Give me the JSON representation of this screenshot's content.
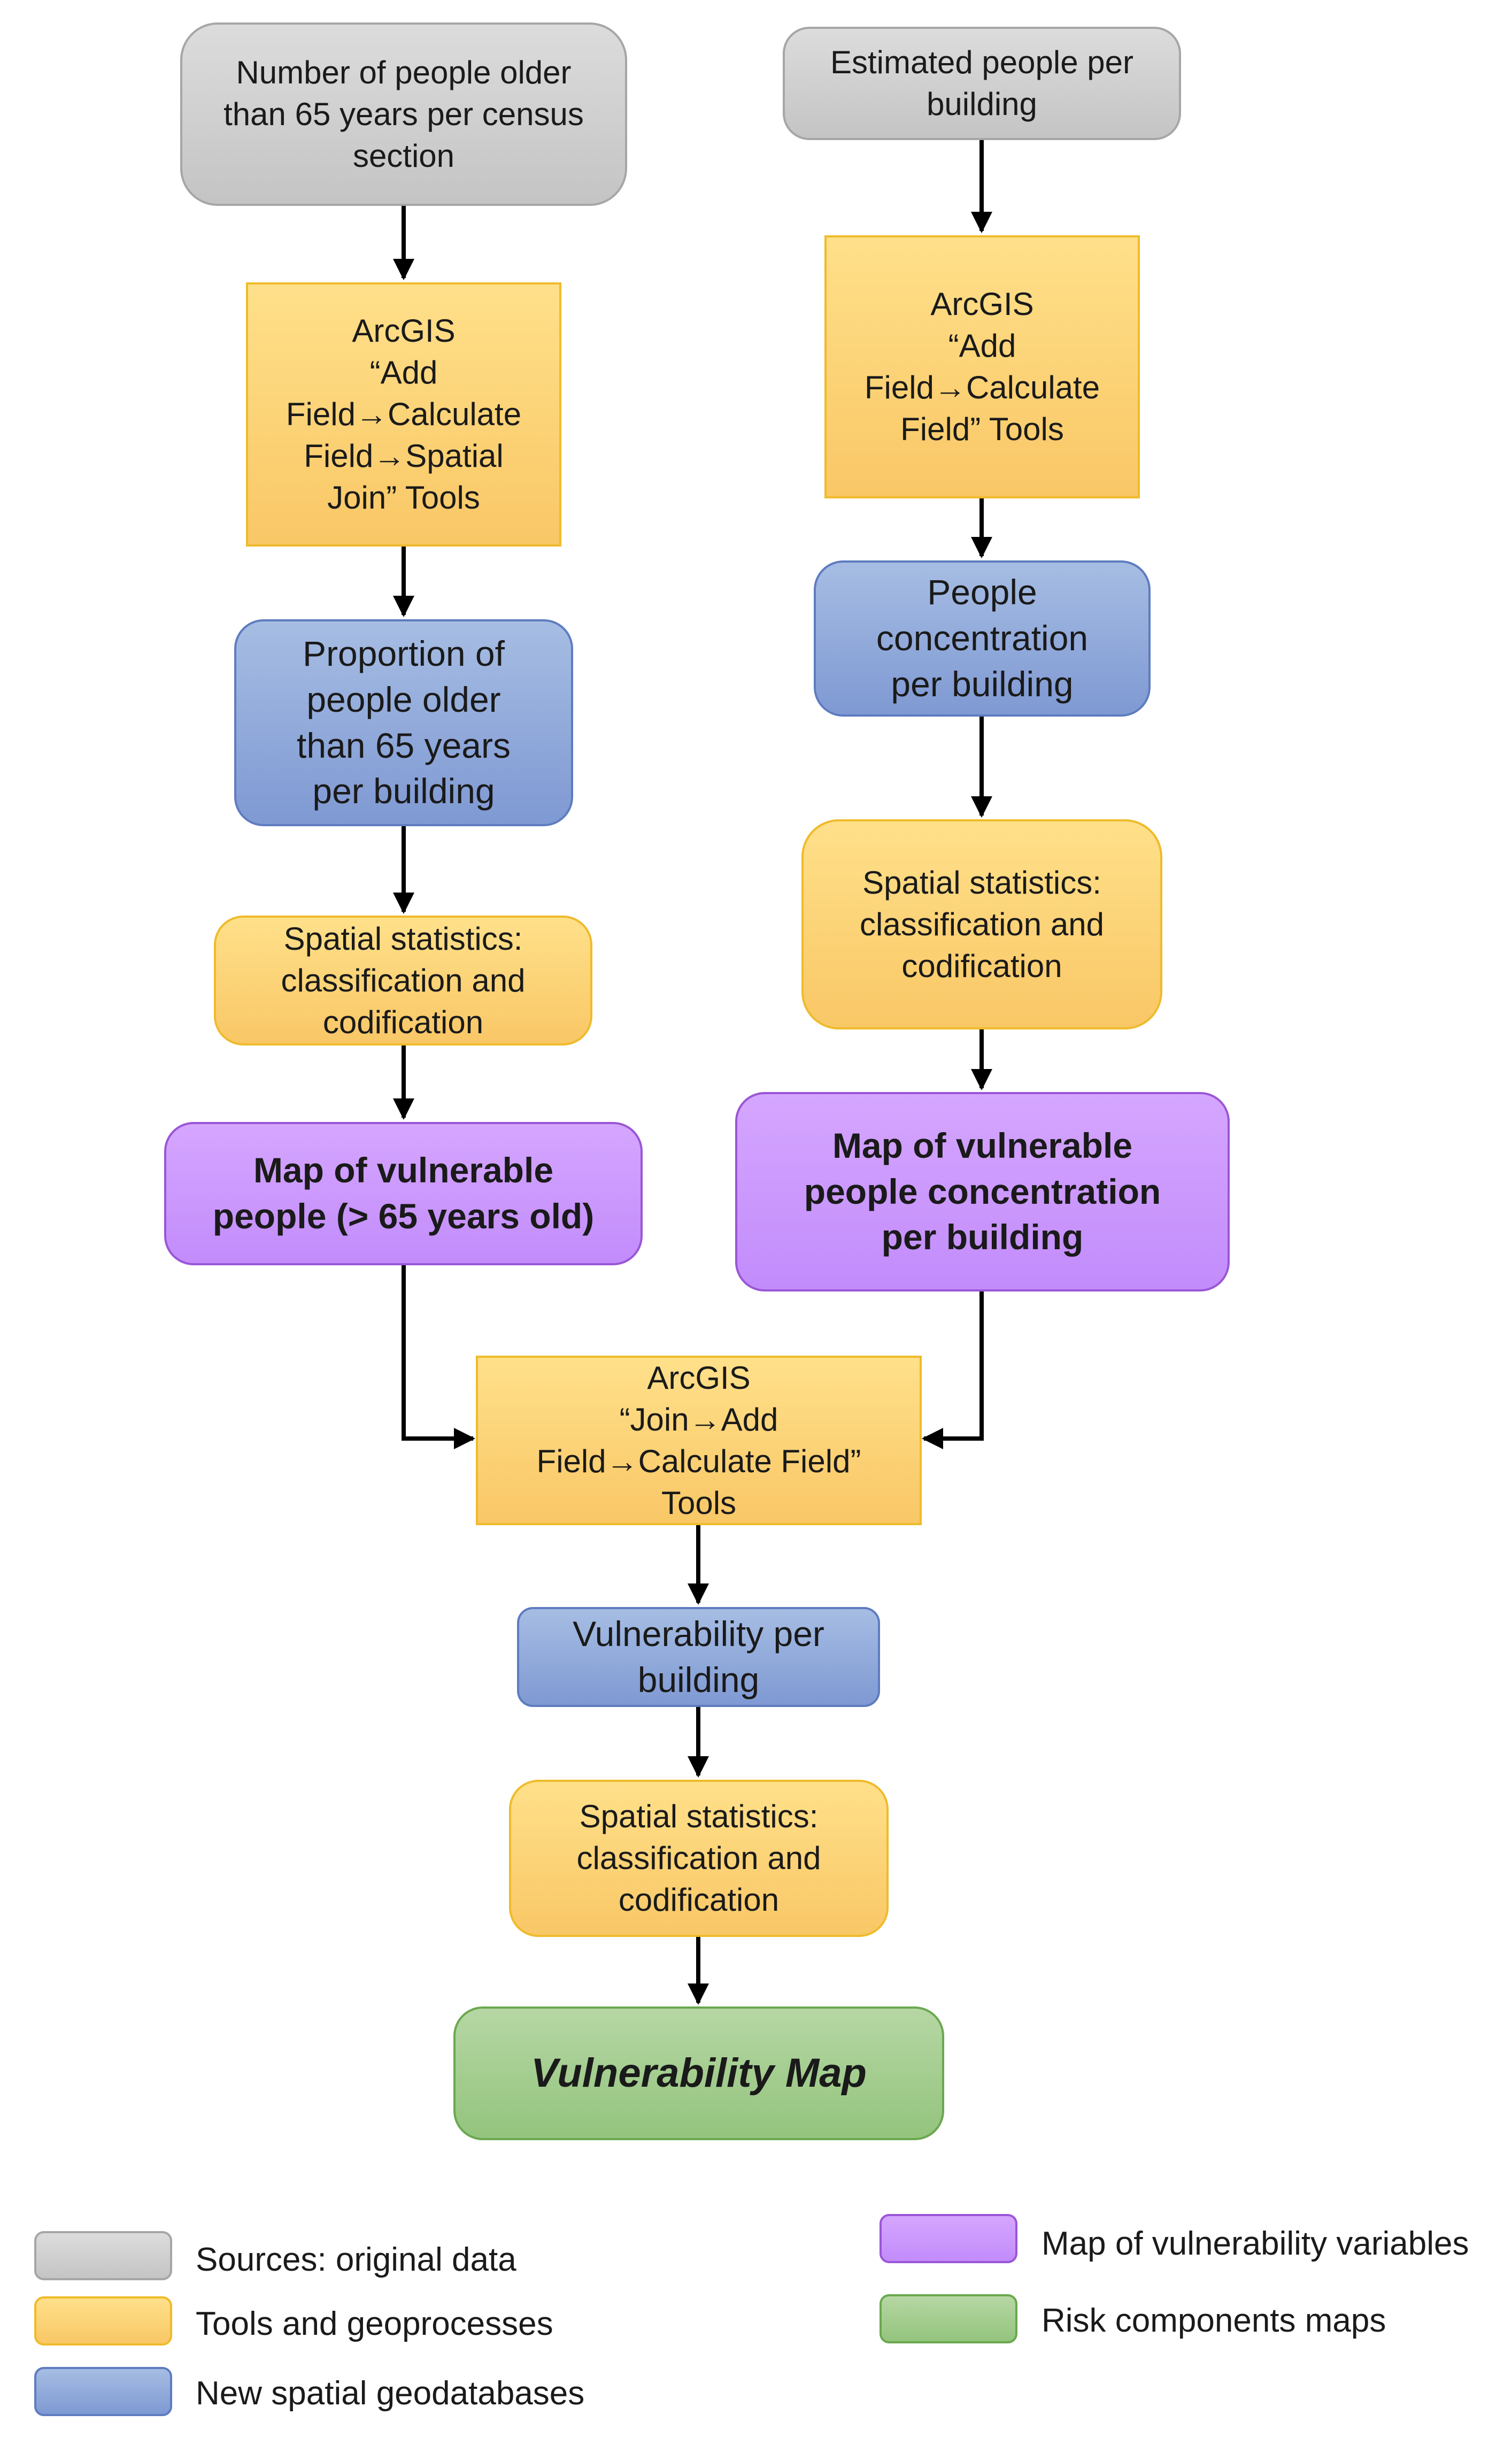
{
  "nodes": {
    "n1": {
      "lines": [
        "Number of people older",
        "than 65 years per census",
        "section"
      ]
    },
    "n2": {
      "lines": [
        "Estimated people per",
        "building"
      ]
    },
    "n3": {
      "lines": [
        "ArcGIS",
        "“Add",
        "Field→Calculate",
        "Field→Spatial",
        "Join” Tools"
      ]
    },
    "n4": {
      "lines": [
        "ArcGIS",
        "“Add",
        "Field→Calculate",
        "Field” Tools"
      ]
    },
    "n5": {
      "lines": [
        "Proportion of",
        "people older",
        "than 65 years",
        "per building"
      ]
    },
    "n6": {
      "lines": [
        "People",
        "concentration",
        "per building"
      ]
    },
    "n7": {
      "lines": [
        "Spatial statistics:",
        "classification and",
        "codification"
      ]
    },
    "n8": {
      "lines": [
        "Spatial statistics:",
        "classification and",
        "codification"
      ]
    },
    "n9": {
      "lines": [
        "Map of vulnerable",
        "people (> 65 years old)"
      ]
    },
    "n10": {
      "lines": [
        "Map of vulnerable",
        "people concentration",
        "per building"
      ]
    },
    "n11": {
      "lines": [
        "ArcGIS",
        "“Join→Add",
        "Field→Calculate Field”",
        "Tools"
      ]
    },
    "n12": {
      "lines": [
        "Vulnerability per",
        "building"
      ]
    },
    "n13": {
      "lines": [
        "Spatial statistics:",
        "classification and",
        "codification"
      ]
    },
    "n14": {
      "lines": [
        "Vulnerability Map"
      ]
    }
  },
  "legend": {
    "sources": "Sources: original data",
    "tools": "Tools and geoprocesses",
    "databases": "New spatial geodatabases",
    "variables": "Map of vulnerability variables",
    "risk": "Risk components maps"
  },
  "colors": {
    "sources": "#c9c9c9",
    "tools": "#fcd27a",
    "databases": "#8eaadb",
    "variables": "#cc99ff",
    "risk": "#a9d08e",
    "arrow": "#000000"
  }
}
